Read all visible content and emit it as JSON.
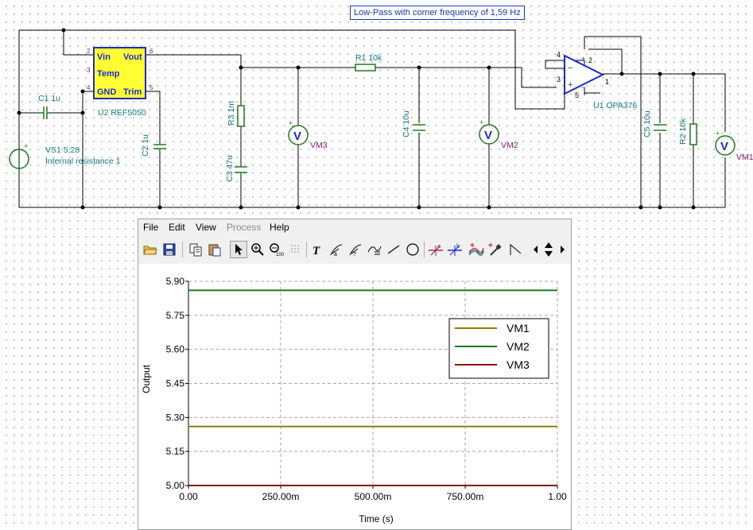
{
  "schematic": {
    "title_note": "Low-Pass with corner frequency of 1,59 Hz",
    "ic_u2": {
      "name": "U2 REF5050",
      "pins": {
        "vin": "Vin",
        "vout": "Vout",
        "temp": "Temp",
        "gnd": "GND",
        "trim": "Trim"
      },
      "pin_numbers": {
        "vin": "2",
        "vout": "6",
        "temp": "3",
        "gnd": "4",
        "trim": "5"
      }
    },
    "opamp_u1": {
      "name": "U1 OPA376",
      "pin_numbers": {
        "minus_in": "4",
        "plus_in": "3",
        "out": "1",
        "vplus": "2",
        "vminus": "5"
      }
    },
    "components": {
      "c1": "C1 1u",
      "vs1_line1": "VS1 5,28",
      "vs1_line2": "Internal resistance 1",
      "c2": "C2 1u",
      "r3": "R3 1m",
      "c3": "C3 47u",
      "r1": "R1 10k",
      "c4": "C4 10u",
      "c5": "C5 10u",
      "r2": "R2 10k"
    },
    "meters": {
      "vm1": "VM1",
      "vm2": "VM2",
      "vm3": "VM3",
      "symbol": "V"
    }
  },
  "grapher": {
    "menu": [
      "File",
      "Edit",
      "View",
      "Process",
      "Help"
    ],
    "menu_disabled": [
      "Process"
    ],
    "toolbar_icons": [
      "open-folder-icon",
      "save-icon",
      "copy-icon",
      "paste-icon",
      "pointer-icon",
      "zoom-in-icon",
      "zoom-100-icon",
      "grid-icon",
      "text-icon",
      "label-arrow-icon",
      "label-arrow-2-icon",
      "curve-label-icon",
      "line-icon",
      "circle-icon",
      "cursor-a-icon",
      "cursor-b-icon",
      "add-curve-icon",
      "probe-icon",
      "vertex-icon",
      "scroll-left-icon",
      "scroll-updown-icon",
      "scroll-right-icon"
    ]
  },
  "chart_data": {
    "type": "line",
    "xlabel": "Time (s)",
    "ylabel": "Output",
    "xlim": [
      0,
      1
    ],
    "ylim": [
      5.0,
      5.9
    ],
    "xticks": [
      "0.00",
      "250.00m",
      "500.00m",
      "750.00m",
      "1.00"
    ],
    "yticks": [
      "5.00",
      "5.15",
      "5.30",
      "5.45",
      "5.60",
      "5.75",
      "5.90"
    ],
    "grid": true,
    "legend_position": "top-right",
    "series": [
      {
        "name": "VM1",
        "color": "#8c8200",
        "x": [
          0,
          1
        ],
        "y": [
          5.26,
          5.26
        ]
      },
      {
        "name": "VM2",
        "color": "#1a7a1a",
        "x": [
          0,
          1
        ],
        "y": [
          5.86,
          5.86
        ]
      },
      {
        "name": "VM3",
        "color": "#8b1010",
        "x": [
          0,
          1
        ],
        "y": [
          5.0,
          5.0
        ]
      }
    ]
  },
  "colors": {
    "wire": "#000000",
    "component": "#1f7a1f",
    "label": "#0e7b7b",
    "meter_label": "#8b1a8b",
    "opamp": "#1a2bd0",
    "ic_fill": "#ffff33",
    "pin_number": "#7a1a7a"
  }
}
